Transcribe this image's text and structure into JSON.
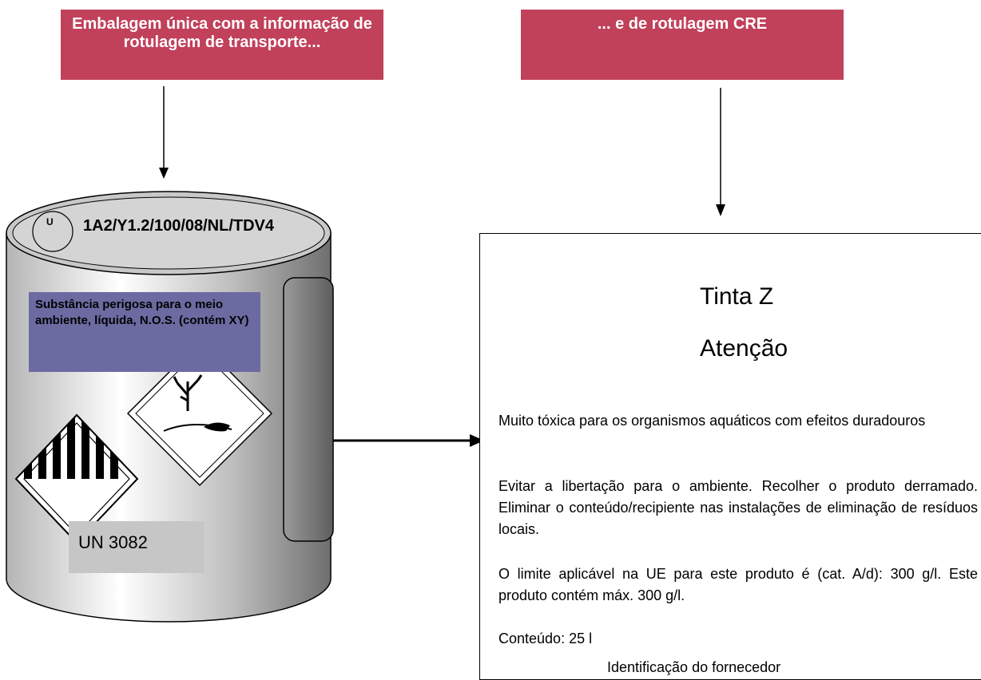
{
  "headers": {
    "left": "Embalagem única com a informação de rotulagem de transporte...",
    "right": "... e de rotulagem CRE"
  },
  "drum": {
    "lid_mark": "U",
    "lid_code": "1A2/Y1.2/100/08/NL/TDV4",
    "hazard_text": "Substância perigosa para o meio ambiente, líquida, N.O.S. (contém XY)",
    "class_number": "9",
    "un_number": "UN 3082"
  },
  "clp_label": {
    "product_name": "Tinta Z",
    "signal_word": "Atenção",
    "hazard_statement": "Muito tóxica para os organismos aquáticos com efeitos duradouros",
    "precautionary_statement": "Evitar a libertação para o ambiente. Recolher o produto derramado. Eliminar o conteúdo/recipiente nas instalações de eliminação de resíduos locais.",
    "voc_statement": "O limite aplicável na UE para este produto é (cat. A/d): 300 g/l. Este produto contém máx. 300 g/l.",
    "contents": "Conteúdo: 25 l",
    "supplier_identification": "Identificação do fornecedor"
  },
  "colors": {
    "header_fill": "#c1405a",
    "hazard_text_fill": "#6b6ba2",
    "ghs_border": "#e32119"
  }
}
